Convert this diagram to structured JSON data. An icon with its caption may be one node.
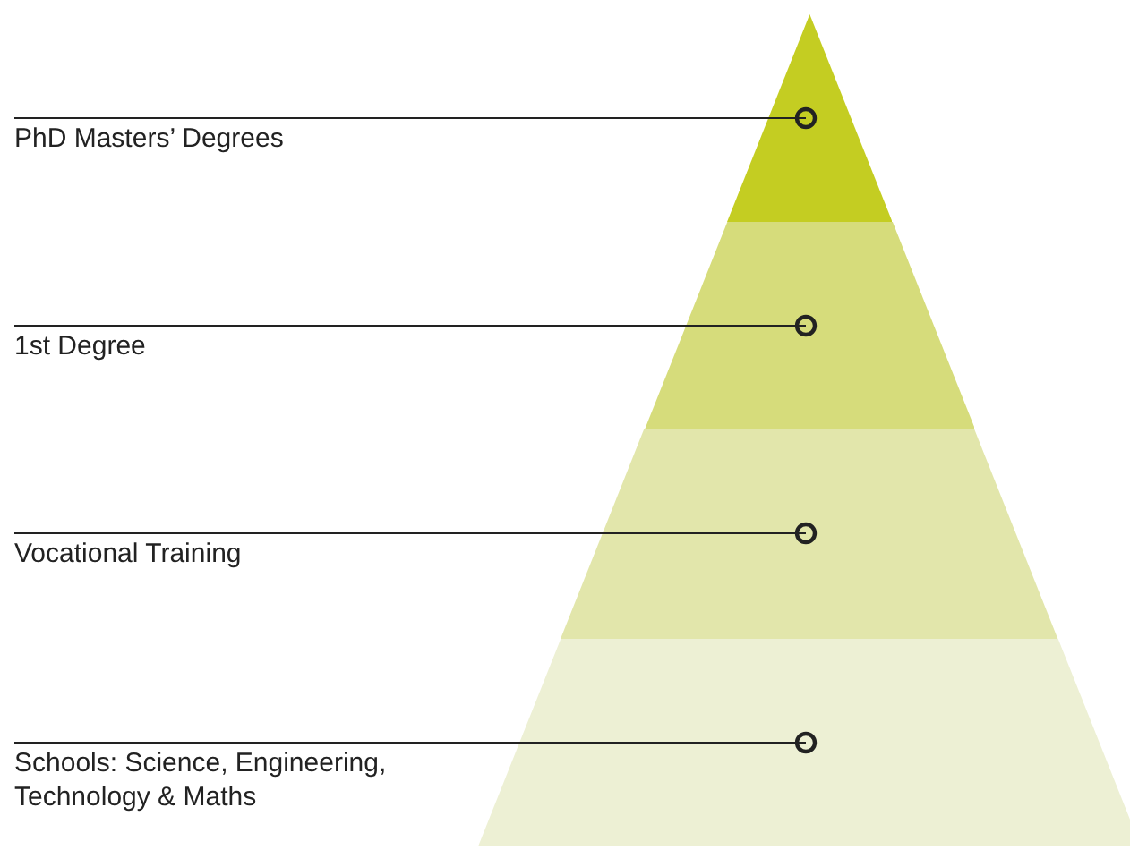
{
  "diagram": {
    "nodes": [
      {
        "text": [
          "PhD Masters’ Degrees"
        ]
      },
      {
        "text": [
          "1st Degree"
        ]
      },
      {
        "text": [
          "Vocational Training"
        ]
      },
      {
        "text": [
          "Schools: Science, Engineering, Technology & Maths"
        ]
      },
      {
        "text": [],
        "shape": "triangle"
      },
      {
        "text": [],
        "shape": "trapezoid"
      },
      {
        "text": [],
        "shape": "trapezoid"
      },
      {
        "text": [],
        "shape": "trapezoid"
      }
    ],
    "edges": [
      {
        "from": 0,
        "to": 4,
        "arrow": "other"
      },
      {
        "from": 1,
        "to": 5,
        "arrow": "other"
      },
      {
        "from": 2,
        "to": 6,
        "arrow": "other"
      },
      {
        "from": 3,
        "to": 7,
        "arrow": "other"
      }
    ]
  }
}
